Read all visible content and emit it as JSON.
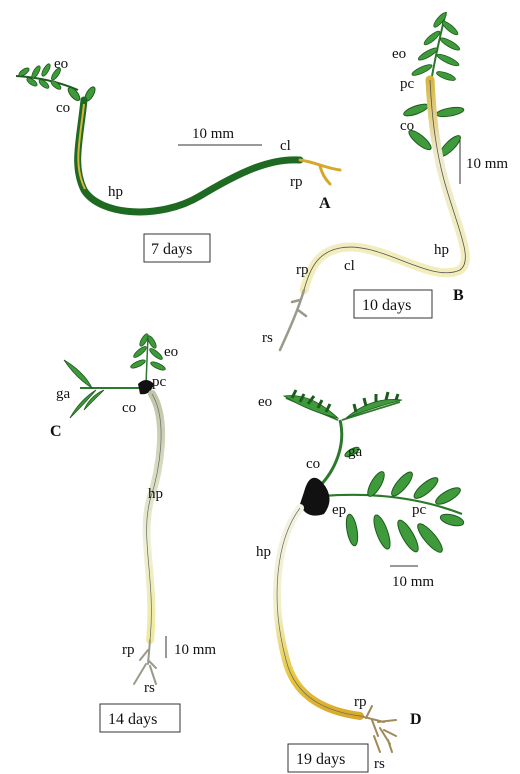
{
  "panels": {
    "A": {
      "letter": "A",
      "age": "7 days",
      "scale": "10 mm",
      "labels": {
        "eo": "eo",
        "co": "co",
        "hp": "hp",
        "cl": "cl",
        "rp": "rp"
      }
    },
    "B": {
      "letter": "B",
      "age": "10 days",
      "scale": "10 mm",
      "labels": {
        "eo": "eo",
        "pc": "pc",
        "co": "co",
        "hp": "hp",
        "cl": "cl",
        "rp": "rp",
        "rs": "rs"
      }
    },
    "C": {
      "letter": "C",
      "age": "14 days",
      "scale": "10 mm",
      "labels": {
        "eo": "eo",
        "pc": "pc",
        "ga": "ga",
        "co": "co",
        "hp": "hp",
        "rp": "rp",
        "rs": "rs"
      }
    },
    "D": {
      "letter": "D",
      "age": "19 days",
      "scale": "10 mm",
      "labels": {
        "eo": "eo",
        "co": "co",
        "ga": "ga",
        "ep": "ep",
        "pc": "pc",
        "hp": "hp",
        "rp": "rp",
        "rs": "rs"
      }
    }
  },
  "colors": {
    "leaf": "#3e9a3a",
    "leaf_dark": "#1f5a1f",
    "stem_green": "#1e6a22",
    "stem_pale": "#e9ecc8",
    "stem_yellow": "#e8c542",
    "root": "#9a9a8a",
    "cotyledon_black": "#111111",
    "outline": "#222222"
  }
}
